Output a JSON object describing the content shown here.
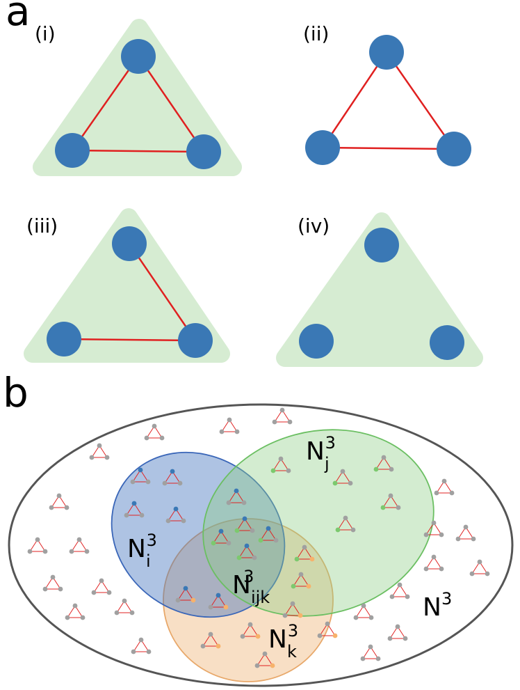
{
  "panel_a": {
    "letter": "a",
    "subpanels": [
      {
        "label": "(i)",
        "shaded": true,
        "edges": [
          "top-left",
          "top-right",
          "left-right"
        ]
      },
      {
        "label": "(ii)",
        "shaded": false,
        "edges": [
          "top-left",
          "top-right",
          "left-right"
        ]
      },
      {
        "label": "(iii)",
        "shaded": true,
        "edges": [
          "top-right",
          "left-right"
        ]
      },
      {
        "label": "(iv)",
        "shaded": true,
        "edges": []
      }
    ]
  },
  "panel_b": {
    "letter": "b",
    "sets": {
      "Ni": {
        "base": "N",
        "sub": "i",
        "sup": "3"
      },
      "Nj": {
        "base": "N",
        "sub": "j",
        "sup": "3"
      },
      "Nk": {
        "base": "N",
        "sub": "k",
        "sup": "3"
      },
      "Nijk": {
        "base": "N",
        "sub": "ijk",
        "sup": "3"
      },
      "N": {
        "base": "N",
        "sub": "",
        "sup": "3"
      }
    }
  },
  "colors": {
    "node": "#3a78b5",
    "edge": "#e02020",
    "shade": "#d6ecd2",
    "set_i": "#3f6fbd",
    "set_j": "#8ccc84",
    "set_k": "#f2c496",
    "outline": "#555555",
    "gray_node": "#a0a0a0",
    "green_node": "#7cc96e",
    "orange_node": "#f7b26b"
  }
}
